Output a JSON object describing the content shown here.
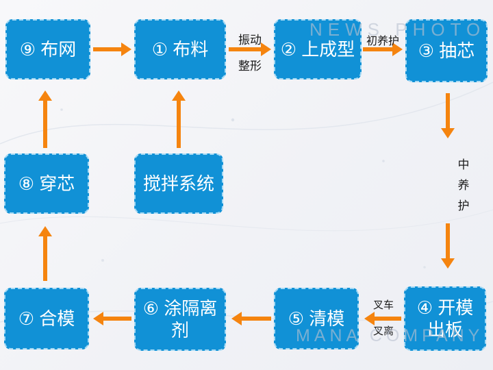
{
  "watermarks": {
    "top": "NEWS PHOTO",
    "bottom": "MANA COMPANY"
  },
  "colors": {
    "node_fill": "#1191d6",
    "node_border": "#a5daf5",
    "node_text": "#ffffff",
    "arrow": "#f5840f",
    "edge_label_text": "#1a1a1a",
    "background": "#f1f2f6"
  },
  "nodes": [
    {
      "id": "step9",
      "label": "⑨ 布网"
    },
    {
      "id": "step1",
      "label": "① 布料"
    },
    {
      "id": "step2",
      "label": "② 上成型"
    },
    {
      "id": "step3",
      "label": "③ 抽芯"
    },
    {
      "id": "step8",
      "label": "⑧ 穿芯"
    },
    {
      "id": "mixing",
      "label": "搅拌系统"
    },
    {
      "id": "step7",
      "label": "⑦ 合模"
    },
    {
      "id": "step6",
      "label": "⑥ 涂隔离剂"
    },
    {
      "id": "step5",
      "label": "⑤ 清模"
    },
    {
      "id": "step4",
      "label": "④ 开模出板"
    }
  ],
  "edge_labels": {
    "vibration_1": "振动",
    "vibration_2": "整形",
    "initial_cure": "初养护",
    "mid_cure": [
      "中",
      "养",
      "护"
    ],
    "forklift_1": "叉车",
    "forklift_2": "叉离"
  },
  "edges": [
    {
      "from": "step9",
      "to": "step1",
      "label": ""
    },
    {
      "from": "step1",
      "to": "step2",
      "label": "振动整形"
    },
    {
      "from": "step2",
      "to": "step3",
      "label": "初养护"
    },
    {
      "from": "step3",
      "to": "step4",
      "label": "中养护"
    },
    {
      "from": "step4",
      "to": "step5",
      "label": "叉车叉离"
    },
    {
      "from": "step5",
      "to": "step6",
      "label": ""
    },
    {
      "from": "step6",
      "to": "step7",
      "label": ""
    },
    {
      "from": "step7",
      "to": "step8",
      "label": ""
    },
    {
      "from": "step8",
      "to": "step9",
      "label": ""
    },
    {
      "from": "mixing",
      "to": "step1",
      "label": ""
    }
  ]
}
